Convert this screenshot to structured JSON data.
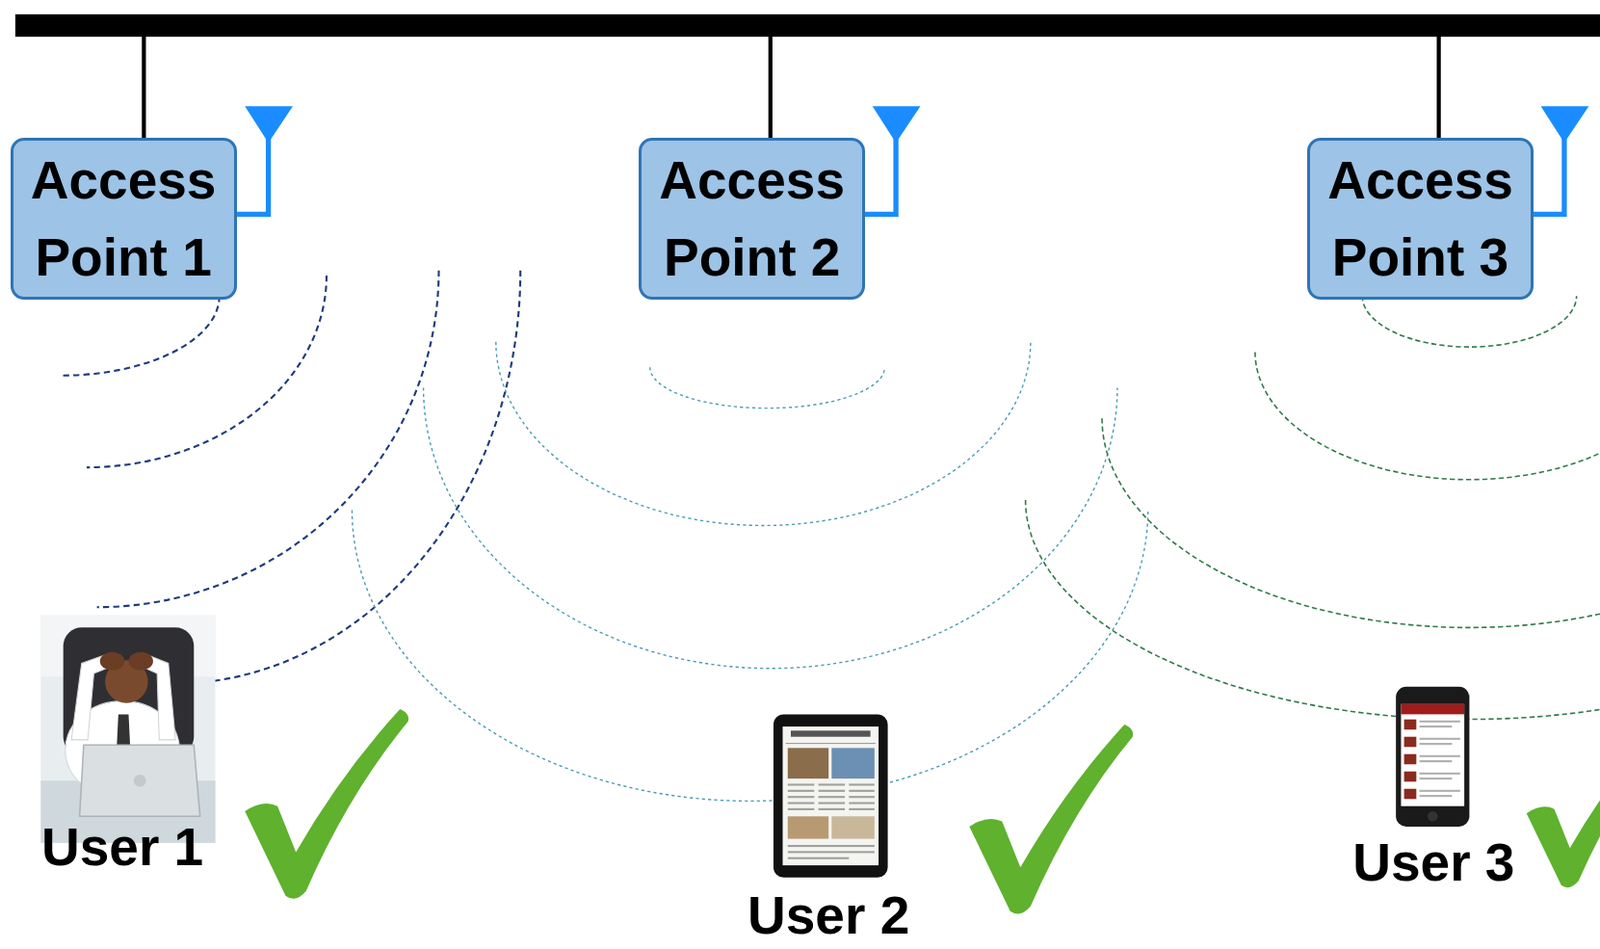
{
  "diagram": {
    "nodes": [
      {
        "text": [
          "Access Point 1"
        ]
      },
      {
        "text": [
          "Access Point 2"
        ]
      },
      {
        "text": [
          "Access Point 3"
        ]
      }
    ],
    "labels": [
      "User 1",
      "User 2",
      "User 3"
    ]
  }
}
